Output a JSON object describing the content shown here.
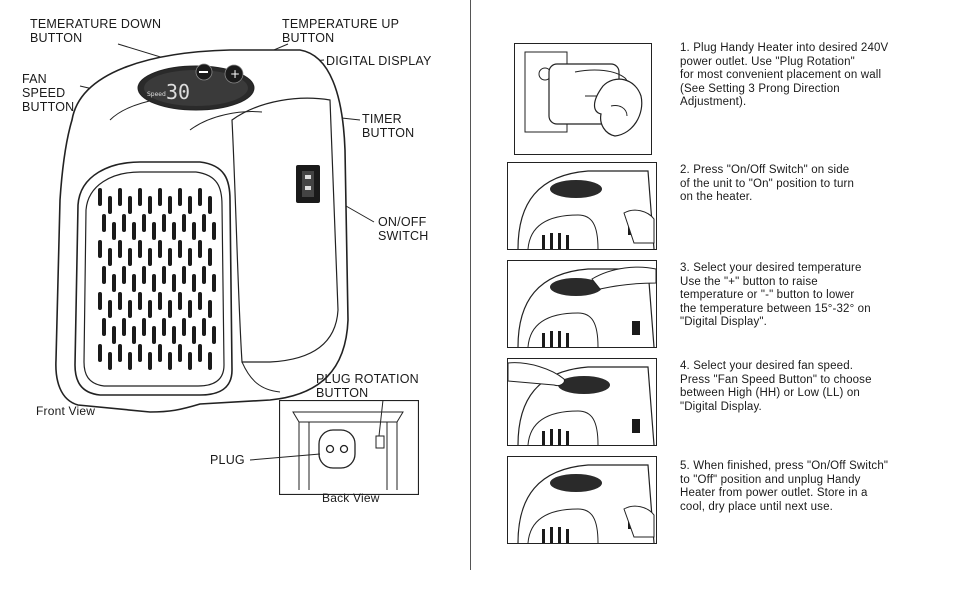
{
  "front": {
    "temp_down_label": "TEMERATURE DOWN\nBUTTON",
    "temp_up_label": "TEMPERATURE UP\nBUTTON",
    "digital_display_label": "DIGITAL DISPLAY",
    "fan_speed_label": "FAN\nSPEED\nBUTTON",
    "timer_label": "TIMER\nBUTTON",
    "onoff_label": "ON/OFF\nSWITCH",
    "front_view_caption": "Front View",
    "display_reading": "30",
    "speed_text": "Speed"
  },
  "back": {
    "plug_rotation_label": "PLUG ROTATION\nBUTTON",
    "plug_label": "PLUG",
    "back_view_caption": "Back View"
  },
  "steps": [
    {
      "text": "1. Plug Handy Heater into desired 240V\npower outlet. Use \"Plug Rotation\"\nfor most convenient placement on wall\n(See Setting 3 Prong Direction\nAdjustment)."
    },
    {
      "text": "2. Press \"On/Off Switch\" on side\nof the unit to \"On\" position to turn\non the heater."
    },
    {
      "text": "3. Select your desired temperature\nUse the \"+\" button to raise\ntemperature or \"-\" button to lower\nthe temperature between 15°-32° on\n\"Digital Display\"."
    },
    {
      "text": "4. Select your desired fan speed.\nPress \"Fan Speed Button\" to choose\nbetween High (HH) or Low (LL) on\n\"Digital Display."
    },
    {
      "text": "5. When finished, press \"On/Off Switch\"\nto \"Off\" position and unplug Handy\nHeater from power outlet. Store in a\ncool, dry place until next use."
    }
  ],
  "colors": {
    "ink": "#1a1a1a",
    "display": "#2a2a2a",
    "divider": "#555555"
  },
  "icons": [
    "heater-front-illustration",
    "heater-back-illustration",
    "wall-outlet-icon",
    "hand-icon"
  ]
}
